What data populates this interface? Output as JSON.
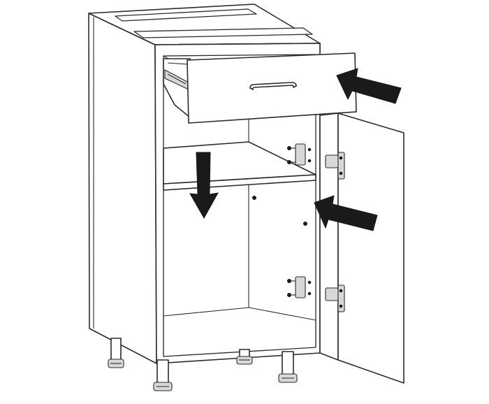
{
  "figure": {
    "subject": "base-cabinet-with-drawer-and-door",
    "colors": {
      "line": "#2a2a2a",
      "arrow": "#1a1a1a",
      "background": "#ffffff"
    },
    "arrows": [
      {
        "name": "drawer-arrow",
        "icon": "arrow-icon"
      },
      {
        "name": "shelf-arrow",
        "icon": "arrow-down-icon"
      },
      {
        "name": "door-arrow",
        "icon": "arrow-icon"
      }
    ]
  }
}
